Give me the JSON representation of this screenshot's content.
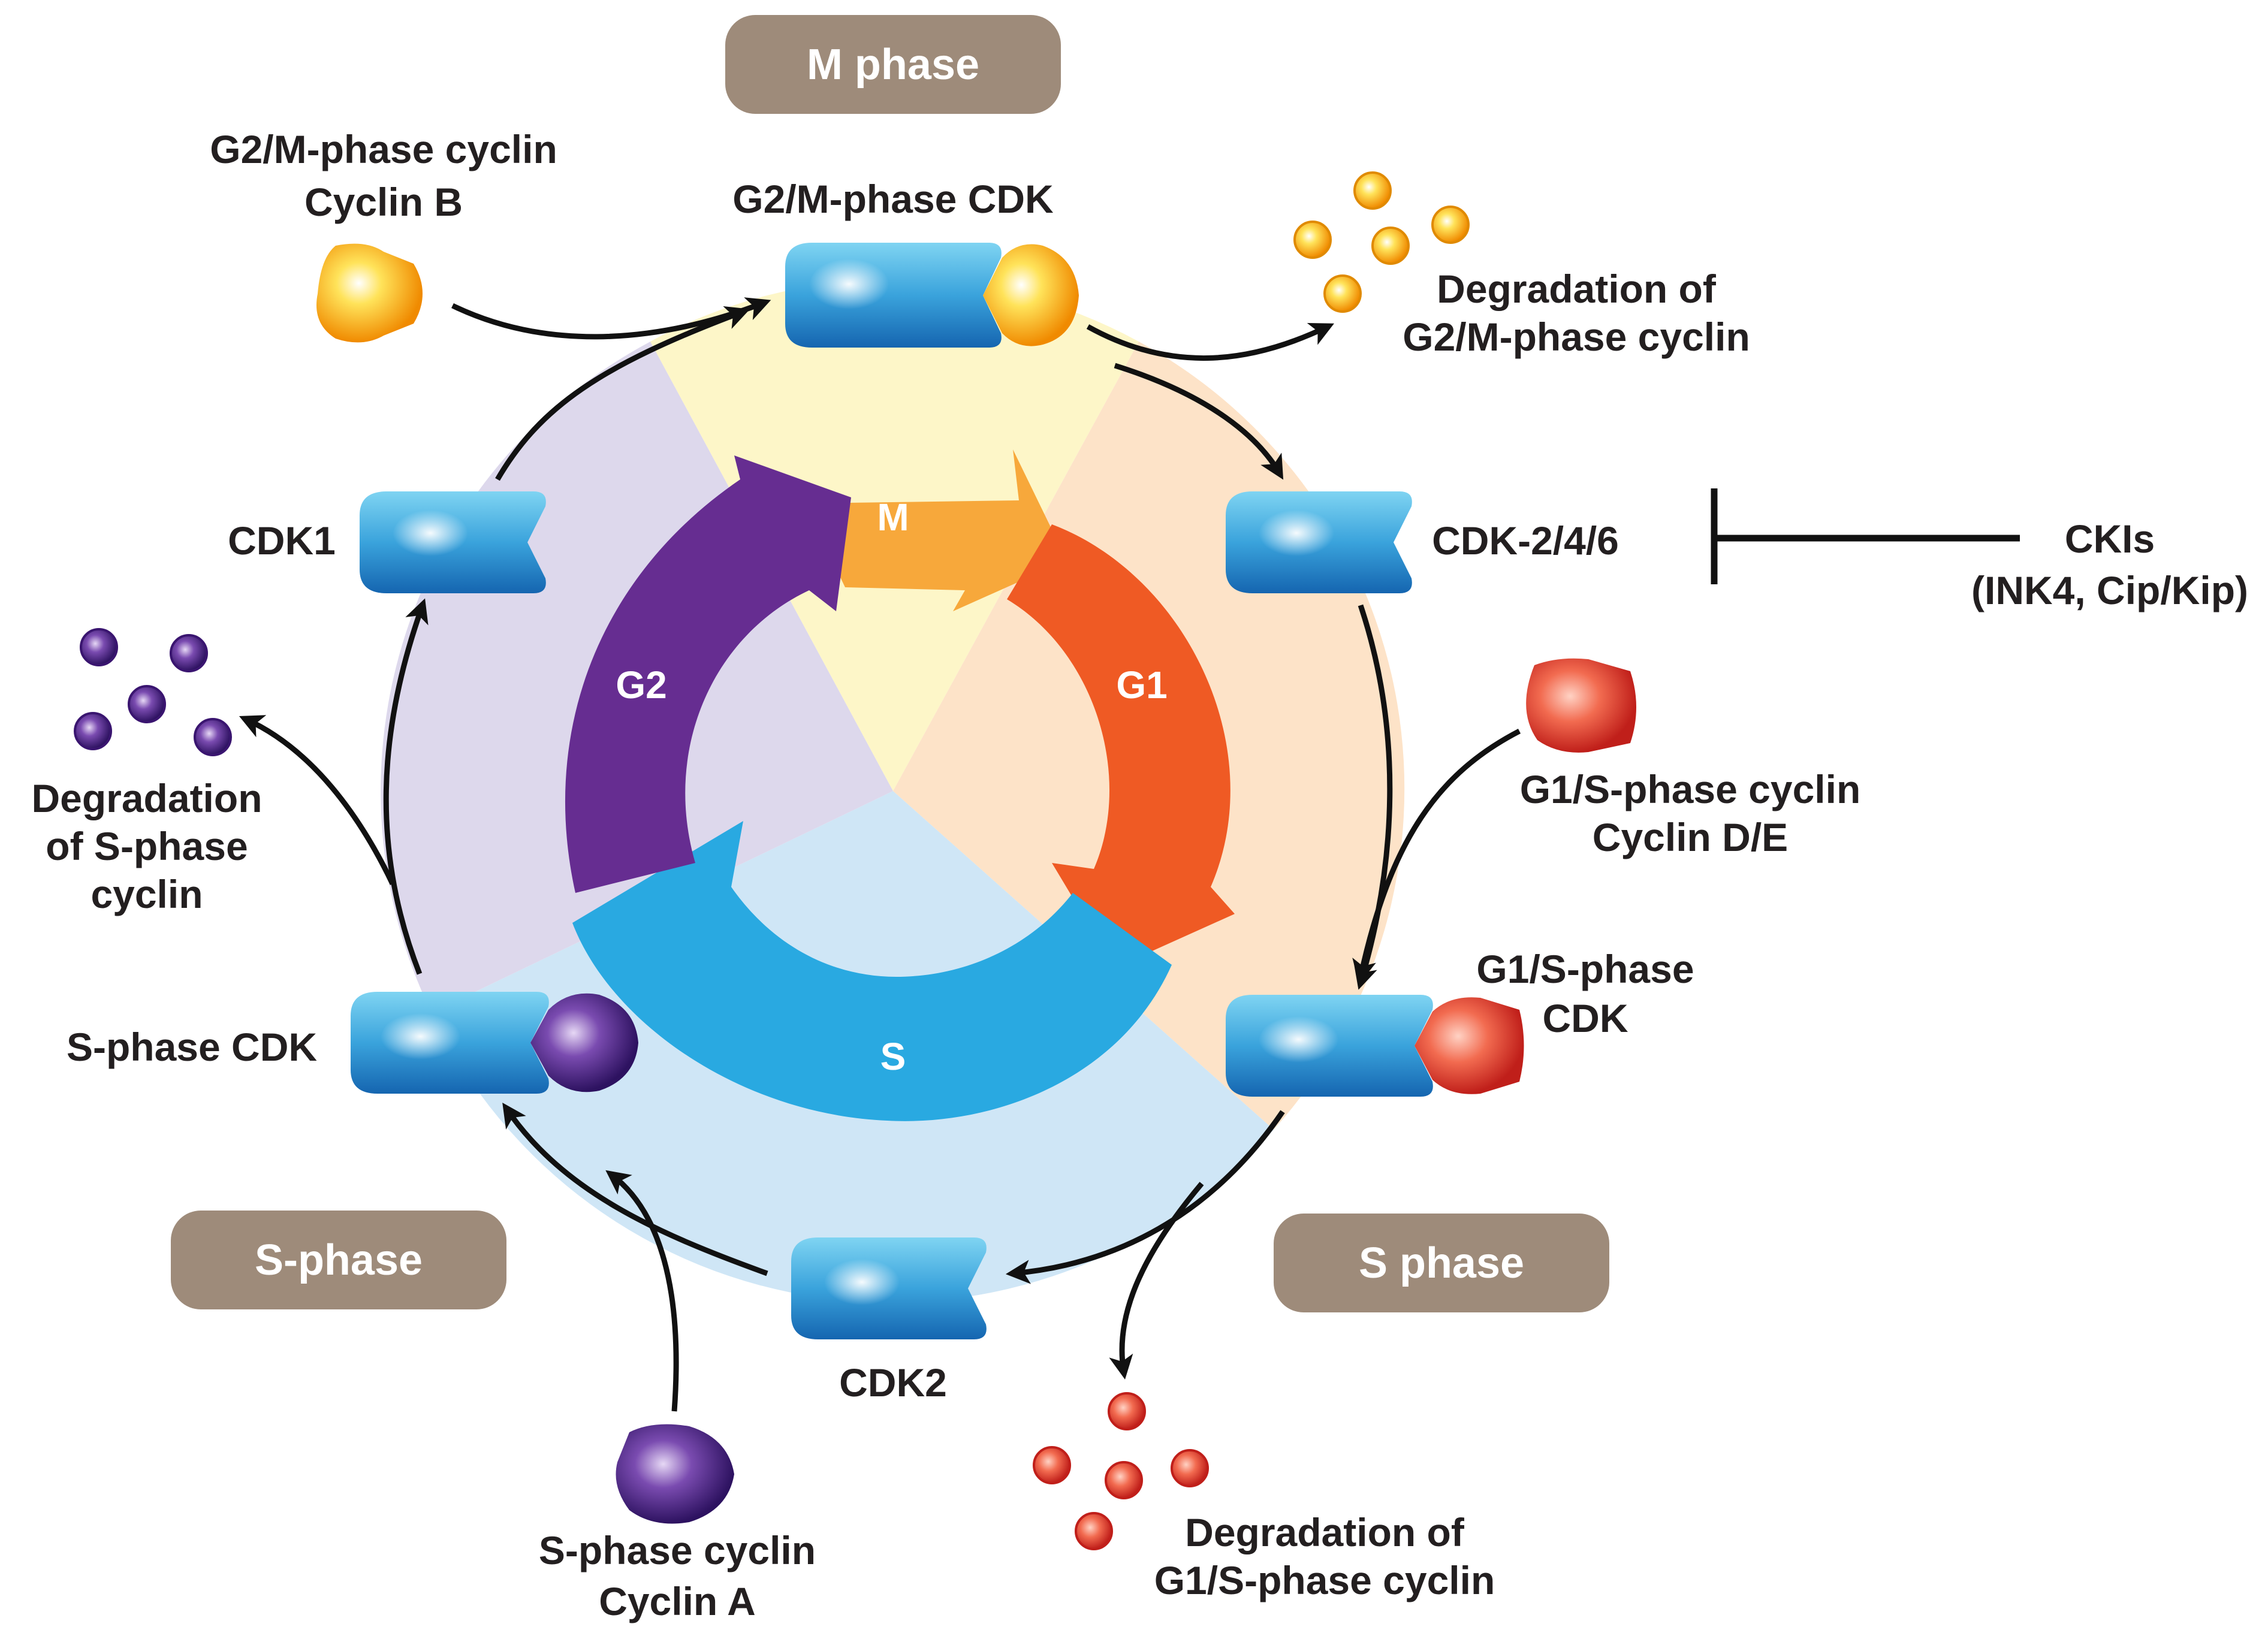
{
  "phase_boxes": {
    "top": "M phase",
    "bottom_left": "S-phase",
    "bottom_right": "S phase"
  },
  "ring_labels": {
    "m": "M",
    "g1": "G1",
    "s": "S",
    "g2": "G2"
  },
  "labels": {
    "g2m_cyclin_line1": "G2/M-phase cyclin",
    "g2m_cyclin_line2": "Cyclin B",
    "g2m_cdk": "G2/M-phase CDK",
    "degr_g2m_line1": "Degradation of",
    "degr_g2m_line2": "G2/M-phase cyclin",
    "cdk246": "CDK-2/4/6",
    "ckis_line1": "CKIs",
    "ckis_line2": "(INK4, Cip/Kip)",
    "g1s_cyclin_line1": "G1/S-phase cyclin",
    "g1s_cyclin_line2": "Cyclin D/E",
    "g1s_cdk_line1": "G1/S-phase",
    "g1s_cdk_line2": "CDK",
    "cdk2": "CDK2",
    "degr_g1s_line1": "Degradation of",
    "degr_g1s_line2": "G1/S-phase cyclin",
    "s_cyclin_line1": "S-phase cyclin",
    "s_cyclin_line2": "Cyclin A",
    "s_cdk": "S-phase CDK",
    "degr_s_line1": "Degradation",
    "degr_s_line2": "of S-phase",
    "degr_s_line3": "cyclin",
    "cdk1": "CDK1"
  },
  "colors": {
    "phase_box": "#9e8b7a",
    "m_arrow": "#f7a83b",
    "g1_arrow": "#ef5a24",
    "s_arrow": "#29a9e1",
    "g2_arrow": "#662d91",
    "cdk": "#2d8fd0",
    "cyclin_b": "#f7b500",
    "cyclin_de": "#e8362b",
    "cyclin_a": "#5b2c8f"
  }
}
